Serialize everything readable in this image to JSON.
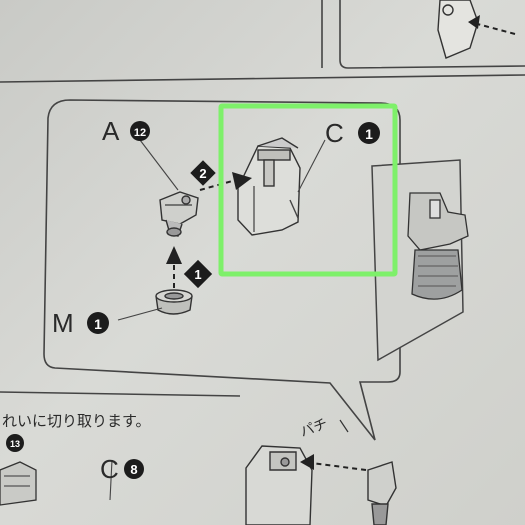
{
  "colors": {
    "paper": "#d6d7d3",
    "line": "#3a3a3a",
    "highlight": "#7ef06a",
    "badge": "#1c1c1c"
  },
  "parts": {
    "a": {
      "letter": "A",
      "number": "12"
    },
    "c_top": {
      "letter": "C",
      "number": "1"
    },
    "m": {
      "letter": "M",
      "number": "1"
    },
    "c_bottom": {
      "letter": "C",
      "number": "8"
    },
    "partial_left": {
      "number": "13"
    }
  },
  "steps": {
    "step1": "1",
    "step2": "2"
  },
  "snap_label": "パチ",
  "instruction_text": "れいに切り取ります。"
}
